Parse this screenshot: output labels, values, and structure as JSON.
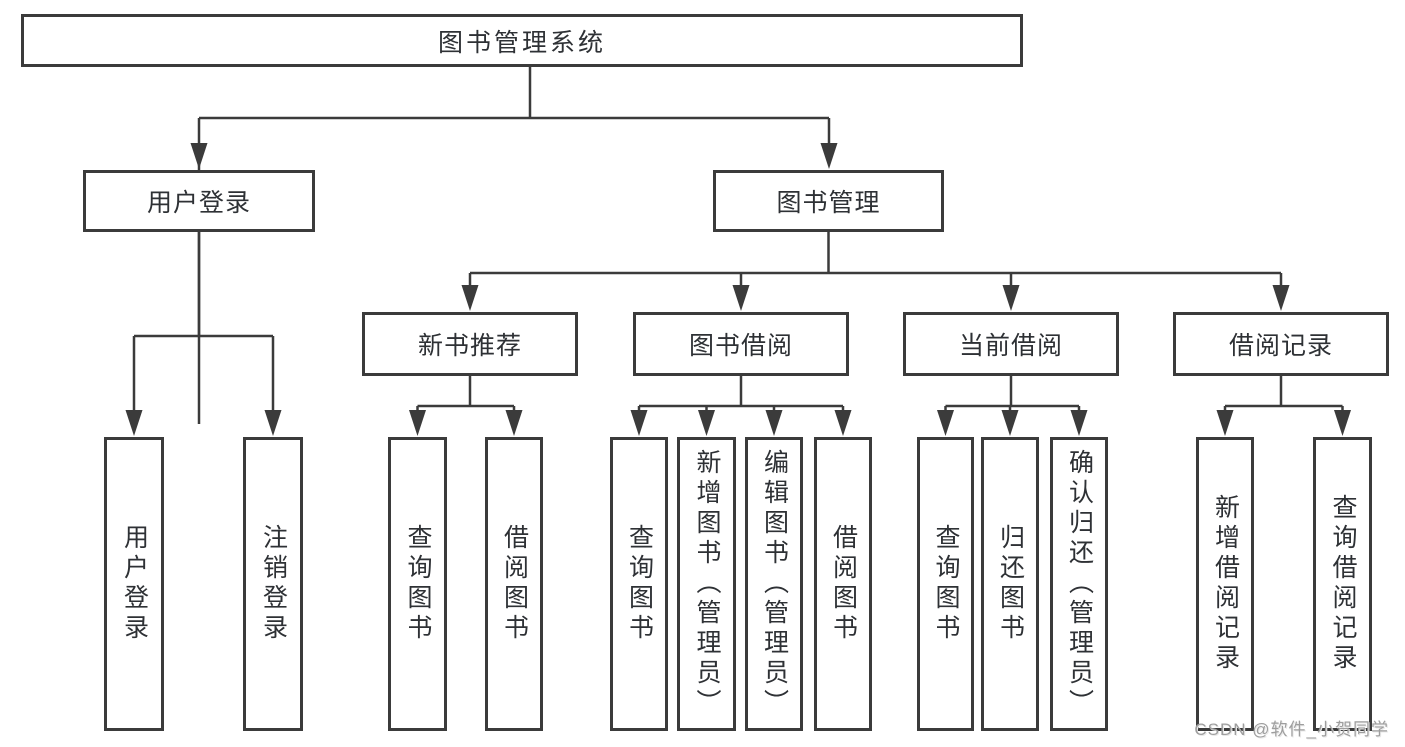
{
  "diagram": {
    "root": {
      "label": "图书管理系统"
    },
    "level2": [
      {
        "label": "用户登录"
      },
      {
        "label": "图书管理"
      }
    ],
    "level3": [
      {
        "label": "新书推荐"
      },
      {
        "label": "图书借阅"
      },
      {
        "label": "当前借阅"
      },
      {
        "label": "借阅记录"
      }
    ],
    "leaves": [
      {
        "label": "用户登录"
      },
      {
        "label": "注销登录"
      },
      {
        "label": "查询图书"
      },
      {
        "label": "借阅图书"
      },
      {
        "label": "查询图书"
      },
      {
        "label": "新增图书（管理员）"
      },
      {
        "label": "编辑图书（管理员）"
      },
      {
        "label": "借阅图书"
      },
      {
        "label": "查询图书"
      },
      {
        "label": "归还图书"
      },
      {
        "label": "确认归还（管理员）"
      },
      {
        "label": "新增借阅记录"
      },
      {
        "label": "查询借阅记录"
      }
    ]
  },
  "watermark": {
    "text": "CSDN @软件_小贺同学"
  },
  "colors": {
    "line": "#3b3b3b",
    "text": "#2e3135",
    "watermark": "#9e9e9e",
    "background": "#ffffff"
  }
}
